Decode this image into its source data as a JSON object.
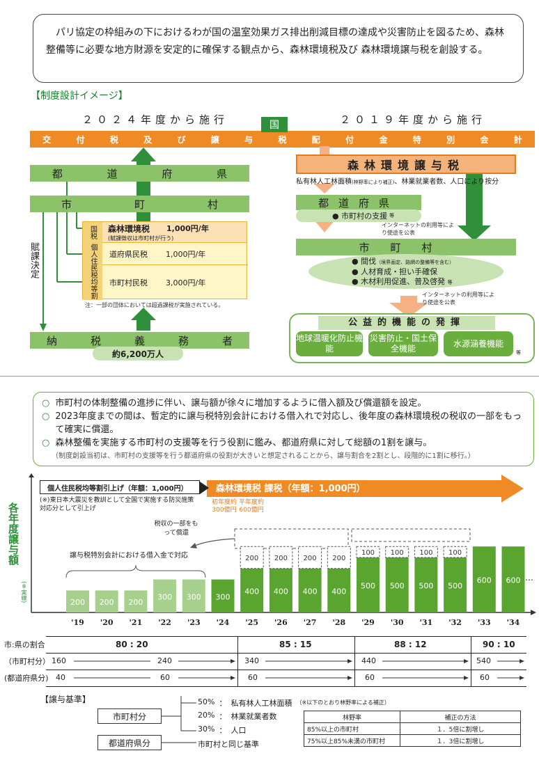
{
  "intro": "パリ協定の枠組みの下におけるわが国の温室効果ガス排出削減目標の達成や災害防止を図るため、森林整備等に必要な地方財源を安定的に確保する観点から、森林環境税及び 森林環境譲与税を創設する。",
  "section_title": "【制度設計イメージ】",
  "left_head": "２０２４年度から施行",
  "right_head": "２０１９年度から施行",
  "kuni": "国",
  "kouhu_chars": [
    "交",
    "付",
    "税",
    "及",
    "び",
    "譲",
    "与",
    "税",
    "配",
    "付",
    "金",
    "特",
    "別",
    "会",
    "計"
  ],
  "todofuken_chars": [
    "都",
    "道",
    "府",
    "県"
  ],
  "shichoson_chars": [
    "市",
    "町",
    "村"
  ],
  "fuka": "賦課決定",
  "tax_table": {
    "kuni_label": "国税",
    "shinrin_tax": "森林環境税",
    "shinrin_amount": "1,000円/年",
    "shinrin_note": "(賦課徴収は市町村が行う)",
    "kojin_label": "個人住民税均等割",
    "pref_tax": "道府県民税",
    "pref_amount": "1,000円/年",
    "muni_tax": "市町村民税",
    "muni_amount": "3,000円/年"
  },
  "tax_note": "注：一部の団体においては超過課税が実施されている。",
  "nouzei_chars": [
    "納",
    "税",
    "義",
    "務",
    "者"
  ],
  "nouzei_count": "約6,200万人",
  "joyo_title": "森林環境譲与税",
  "joyo_basis": "私有林人工林面積",
  "joyo_basis_small": "(林野率により補正)",
  "joyo_basis_rest": "、林業就業者数、人口により按分",
  "r_pref": "都道府県",
  "r_pref_support": "● 市町村の支援",
  "r_tou": "等",
  "internet1": "インターネットの利用等により使途を公表",
  "r_muni": "市町村",
  "r_bullets": [
    {
      "main": "● 間伐",
      "small": "（境界画定、路網の整備等を含む）"
    },
    {
      "main": "● 人材育成・担い手確保",
      "small": ""
    },
    {
      "main": "● 木材利用促進、普及啓発",
      "small": "等"
    }
  ],
  "internet2": "インターネットの利用等により使途を公表",
  "func_title": "公益的機能の発揮",
  "functions": [
    "地球温暖化防止機能",
    "災害防止・国土保全機能",
    "水源涵養機能"
  ],
  "func_tou": "等",
  "bullets": [
    "市町村の体制整備の進捗に伴い、譲与額が徐々に増加するように借入額及び償還額を設定。",
    "2023年度までの間は、暫定的に譲与税特別会計における借入れで対応し、後年度の森林環境税の税収の一部をもって確実に償還。",
    "森林整備を実施する市町村の支援等を行う役割に鑑み、都道府県に対して総額の1割を譲与。"
  ],
  "bullet_mark": "○",
  "bullet_note": "（制度創設当初は、市町村の支援等を行う都道府県の役割が大きいと想定されることから、譲与割合を2割とし、段階的に1割に移行。）",
  "arrow1": "個人住民税均等割引上げ（年額：1,000円）",
  "arrow1_note": "(※)東日本大震災を教訓として全国で実施する防災施策対応分として引上げ",
  "arrow2": "森林環境税 課税（年額：1,000円）",
  "early_note": "初年度約300億円",
  "normal_note": "平年度約600億円",
  "repay_note": "税収の一部をもって償還",
  "borrow_note": "譲与税特別会計における借入金で対応",
  "ylabel": "各年度譲与額",
  "ylabel_note": "(※実線)",
  "ellipsis": "…",
  "chart_data": {
    "type": "bar",
    "categories": [
      "'19",
      "'20",
      "'21",
      "'22",
      "'23",
      "'24",
      "'25",
      "'26",
      "'27",
      "'28",
      "'29",
      "'30",
      "'31",
      "'32",
      "'33",
      "'34"
    ],
    "values": [
      200,
      200,
      200,
      300,
      300,
      300,
      400,
      400,
      400,
      400,
      500,
      500,
      500,
      500,
      600,
      600
    ],
    "dashed_values": [
      0,
      0,
      0,
      0,
      0,
      0,
      200,
      200,
      200,
      200,
      100,
      100,
      100,
      100,
      0,
      0
    ],
    "colors": {
      "borrow": "#a8d08d",
      "tax": "#5aa530",
      "dashed": "#ffffff"
    }
  },
  "ratio": {
    "label1": "市:県の割合",
    "label2": "（市町村分）",
    "label3": "(都道府県分)",
    "groups": [
      {
        "ratio": "80 : 20",
        "muni": [
          "160",
          "240"
        ],
        "pref": [
          "40",
          "60"
        ]
      },
      {
        "ratio": "85 : 15",
        "muni": [
          "340"
        ],
        "pref": [
          "60"
        ]
      },
      {
        "ratio": "88 : 12",
        "muni": [
          "440"
        ],
        "pref": [
          "60"
        ]
      },
      {
        "ratio": "90 : 10",
        "muni": [
          "540"
        ],
        "pref": [
          "60"
        ]
      }
    ]
  },
  "kijun": {
    "title": "【譲与基準】",
    "muni": "市町村分",
    "pref": "都道府県分",
    "lines": [
      {
        "pct": "50%",
        "sep": "：",
        "item": "私有林人工林面積",
        "note": "（※以下のとおり林野率による補正）"
      },
      {
        "pct": "20%",
        "sep": "：",
        "item": "林業就業者数",
        "note": ""
      },
      {
        "pct": "30%",
        "sep": "：",
        "item": "人口",
        "note": ""
      }
    ],
    "pref_basis": "市町村と同じ基準",
    "table_head": [
      "林野率",
      "補正の方法"
    ],
    "table_rows": [
      [
        "85%以上の市町村",
        "１．5倍に割増し"
      ],
      [
        "75%以上85%未満の市町村",
        "１．3倍に割増し"
      ]
    ]
  }
}
